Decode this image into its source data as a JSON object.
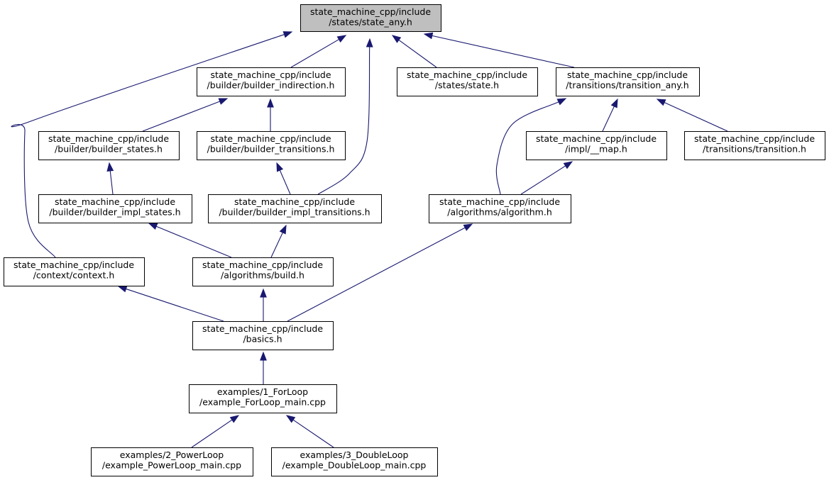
{
  "colors": {
    "edge": "#191970",
    "node_border": "#000000",
    "node_fill": "#ffffff",
    "root_fill": "#bfbfbf",
    "text": "#000000"
  },
  "nodes": [
    {
      "id": "state_any",
      "lines": [
        "state_machine_cpp/include",
        "/states/state_any.h"
      ],
      "highlighted": true
    },
    {
      "id": "builder_indirection",
      "lines": [
        "state_machine_cpp/include",
        "/builder/builder_indirection.h"
      ]
    },
    {
      "id": "state",
      "lines": [
        "state_machine_cpp/include",
        "/states/state.h"
      ]
    },
    {
      "id": "transition_any",
      "lines": [
        "state_machine_cpp/include",
        "/transitions/transition_any.h"
      ]
    },
    {
      "id": "builder_states",
      "lines": [
        "state_machine_cpp/include",
        "/builder/builder_states.h"
      ]
    },
    {
      "id": "builder_transitions",
      "lines": [
        "state_machine_cpp/include",
        "/builder/builder_transitions.h"
      ]
    },
    {
      "id": "impl_map",
      "lines": [
        "state_machine_cpp/include",
        "/impl/__map.h"
      ]
    },
    {
      "id": "transition",
      "lines": [
        "state_machine_cpp/include",
        "/transitions/transition.h"
      ]
    },
    {
      "id": "builder_impl_states",
      "lines": [
        "state_machine_cpp/include",
        "/builder/builder_impl_states.h"
      ]
    },
    {
      "id": "builder_impl_transitions",
      "lines": [
        "state_machine_cpp/include",
        "/builder/builder_impl_transitions.h"
      ]
    },
    {
      "id": "algorithm",
      "lines": [
        "state_machine_cpp/include",
        "/algorithms/algorithm.h"
      ]
    },
    {
      "id": "context",
      "lines": [
        "state_machine_cpp/include",
        "/context/context.h"
      ]
    },
    {
      "id": "build",
      "lines": [
        "state_machine_cpp/include",
        "/algorithms/build.h"
      ]
    },
    {
      "id": "basics",
      "lines": [
        "state_machine_cpp/include",
        "/basics.h"
      ]
    },
    {
      "id": "forloop",
      "lines": [
        "examples/1_ForLoop",
        "/example_ForLoop_main.cpp"
      ]
    },
    {
      "id": "powerloop",
      "lines": [
        "examples/2_PowerLoop",
        "/example_PowerLoop_main.cpp"
      ]
    },
    {
      "id": "doubleloop",
      "lines": [
        "examples/3_DoubleLoop",
        "/example_DoubleLoop_main.cpp"
      ]
    }
  ],
  "edges": [
    {
      "from": "builder_indirection",
      "to": "state_any"
    },
    {
      "from": "state",
      "to": "state_any"
    },
    {
      "from": "transition_any",
      "to": "state_any"
    },
    {
      "from": "context",
      "to": "state_any"
    },
    {
      "from": "builder_impl_transitions",
      "to": "state_any"
    },
    {
      "from": "builder_states",
      "to": "builder_indirection"
    },
    {
      "from": "builder_transitions",
      "to": "builder_indirection"
    },
    {
      "from": "impl_map",
      "to": "transition_any"
    },
    {
      "from": "transition",
      "to": "transition_any"
    },
    {
      "from": "algorithm",
      "to": "transition_any"
    },
    {
      "from": "builder_impl_states",
      "to": "builder_states"
    },
    {
      "from": "builder_impl_transitions",
      "to": "builder_transitions"
    },
    {
      "from": "algorithm",
      "to": "impl_map"
    },
    {
      "from": "build",
      "to": "builder_impl_states"
    },
    {
      "from": "build",
      "to": "builder_impl_transitions"
    },
    {
      "from": "basics",
      "to": "algorithm"
    },
    {
      "from": "basics",
      "to": "context"
    },
    {
      "from": "basics",
      "to": "build"
    },
    {
      "from": "forloop",
      "to": "basics"
    },
    {
      "from": "powerloop",
      "to": "forloop"
    },
    {
      "from": "doubleloop",
      "to": "forloop"
    }
  ]
}
